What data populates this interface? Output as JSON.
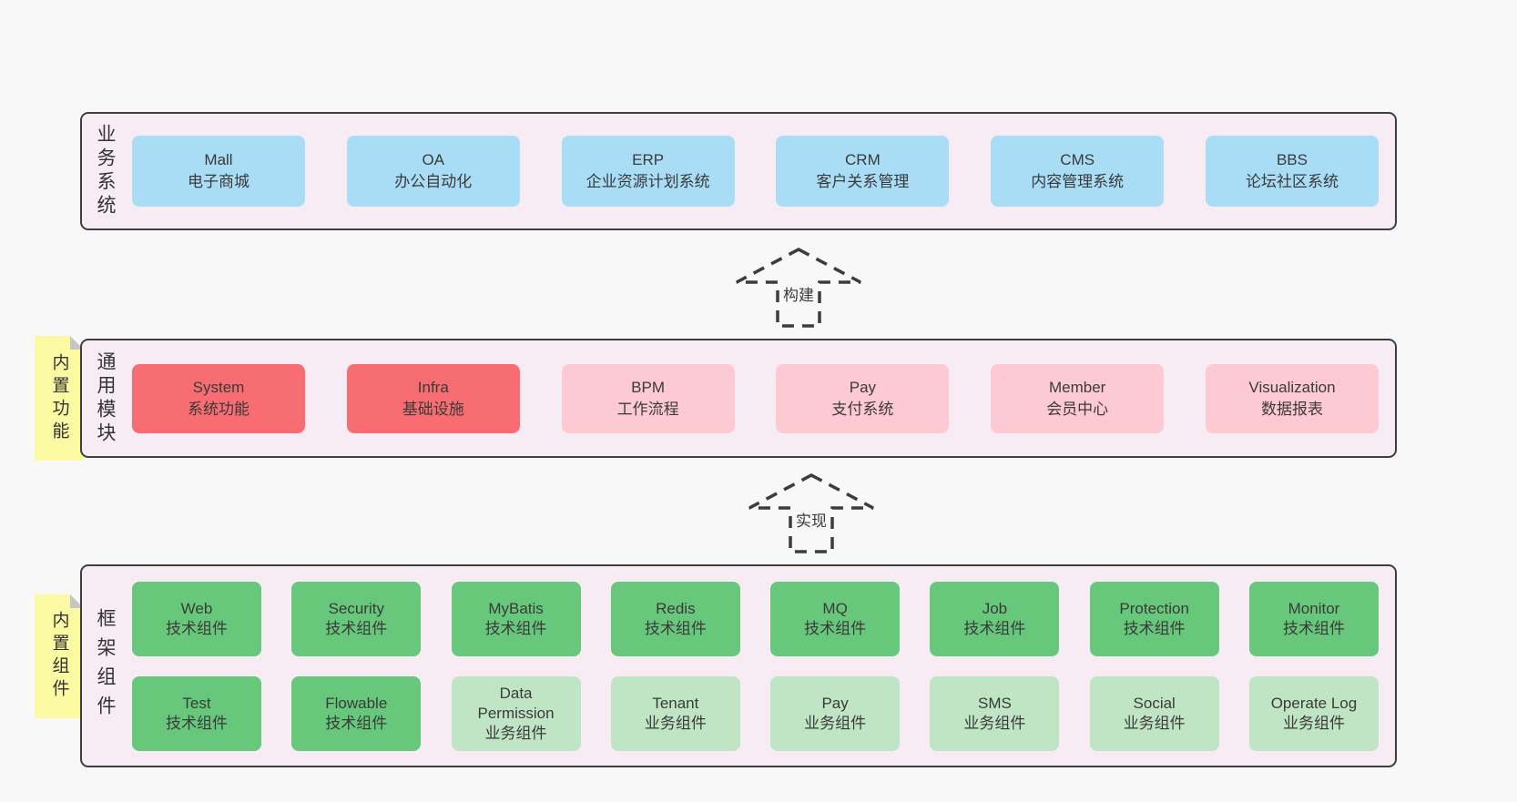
{
  "colors": {
    "page_bg": "#f8f8f8",
    "panel_bg": "#f7ecf4",
    "panel_border": "#3f3f3f",
    "blue": "#a9dcf5",
    "red": "#f76d71",
    "pink": "#fdc9d3",
    "green": "#67c87c",
    "light_green": "#c0e5c5",
    "note_bg": "#fbf9a2",
    "text": "#3a3a3a"
  },
  "arrows": [
    {
      "label": "构建"
    },
    {
      "label": "实现"
    }
  ],
  "notes": [
    {
      "text": "内置功能"
    },
    {
      "text": "内置组件"
    }
  ],
  "layers": [
    {
      "label": "业务系统",
      "rows": [
        [
          {
            "name": "Mall",
            "desc": "电子商城",
            "variant": "blue"
          },
          {
            "name": "OA",
            "desc": "办公自动化",
            "variant": "blue"
          },
          {
            "name": "ERP",
            "desc": "企业资源计划系统",
            "variant": "blue"
          },
          {
            "name": "CRM",
            "desc": "客户关系管理",
            "variant": "blue"
          },
          {
            "name": "CMS",
            "desc": "内容管理系统",
            "variant": "blue"
          },
          {
            "name": "BBS",
            "desc": "论坛社区系统",
            "variant": "blue"
          }
        ]
      ]
    },
    {
      "label": "通用模块",
      "rows": [
        [
          {
            "name": "System",
            "desc": "系统功能",
            "variant": "red"
          },
          {
            "name": "Infra",
            "desc": "基础设施",
            "variant": "red"
          },
          {
            "name": "BPM",
            "desc": "工作流程",
            "variant": "pink"
          },
          {
            "name": "Pay",
            "desc": "支付系统",
            "variant": "pink"
          },
          {
            "name": "Member",
            "desc": "会员中心",
            "variant": "pink"
          },
          {
            "name": "Visualization",
            "desc": "数据报表",
            "variant": "pink"
          }
        ]
      ]
    },
    {
      "label": "框架组件",
      "rows": [
        [
          {
            "name": "Web",
            "desc": "技术组件",
            "variant": "green"
          },
          {
            "name": "Security",
            "desc": "技术组件",
            "variant": "green"
          },
          {
            "name": "MyBatis",
            "desc": "技术组件",
            "variant": "green"
          },
          {
            "name": "Redis",
            "desc": "技术组件",
            "variant": "green"
          },
          {
            "name": "MQ",
            "desc": "技术组件",
            "variant": "green"
          },
          {
            "name": "Job",
            "desc": "技术组件",
            "variant": "green"
          },
          {
            "name": "Protection",
            "desc": "技术组件",
            "variant": "green"
          },
          {
            "name": "Monitor",
            "desc": "技术组件",
            "variant": "green"
          }
        ],
        [
          {
            "name": "Test",
            "desc": "技术组件",
            "variant": "green"
          },
          {
            "name": "Flowable",
            "desc": "技术组件",
            "variant": "green"
          },
          {
            "name": "Data Permission",
            "desc": "业务组件",
            "variant": "light-green"
          },
          {
            "name": "Tenant",
            "desc": "业务组件",
            "variant": "light-green"
          },
          {
            "name": "Pay",
            "desc": "业务组件",
            "variant": "light-green"
          },
          {
            "name": "SMS",
            "desc": "业务组件",
            "variant": "light-green"
          },
          {
            "name": "Social",
            "desc": "业务组件",
            "variant": "light-green"
          },
          {
            "name": "Operate Log",
            "desc": "业务组件",
            "variant": "light-green"
          }
        ]
      ]
    }
  ]
}
